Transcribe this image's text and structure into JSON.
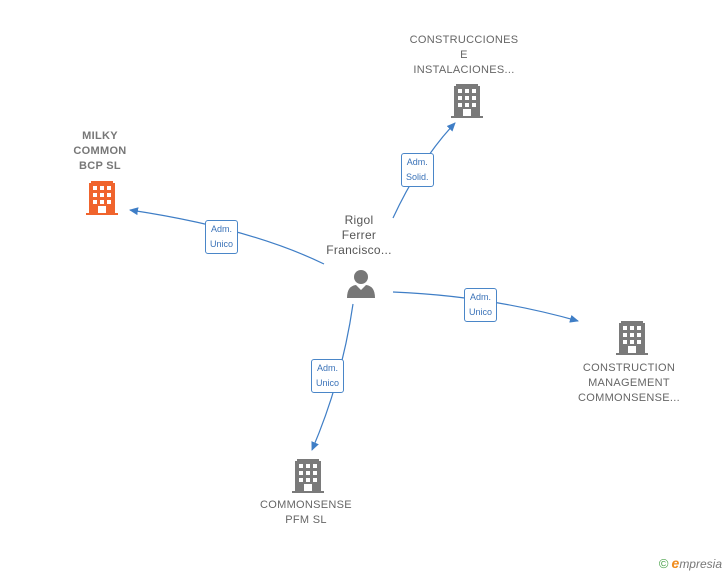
{
  "colors": {
    "edge": "#3f7ec6",
    "building": "#7a7a7a",
    "building_highlight": "#f0642d",
    "person": "#777777"
  },
  "center": {
    "label": "Rigol\nFerrer\nFrancisco...",
    "icon": "person-icon"
  },
  "companies": {
    "milky": {
      "label": "MILKY\nCOMMON\nBCP  SL",
      "icon": "building-icon"
    },
    "construcciones": {
      "label": "CONSTRUCCIONES\nE\nINSTALACIONES...",
      "icon": "building-icon"
    },
    "management": {
      "label": "CONSTRUCTION\nMANAGEMENT\nCOMMONSENSE...",
      "icon": "building-icon"
    },
    "pfm": {
      "label": "COMMONSENSE\nPFM SL",
      "icon": "building-icon"
    }
  },
  "edges": {
    "milky": {
      "label": "Adm.\nUnico"
    },
    "construcciones": {
      "label": "Adm.\nSolid."
    },
    "management": {
      "label": "Adm.\nUnico"
    },
    "pfm": {
      "label": "Adm.\nUnico"
    }
  },
  "footer": {
    "copyright": "©",
    "brand_first": "e",
    "brand_rest": "mpresia"
  }
}
